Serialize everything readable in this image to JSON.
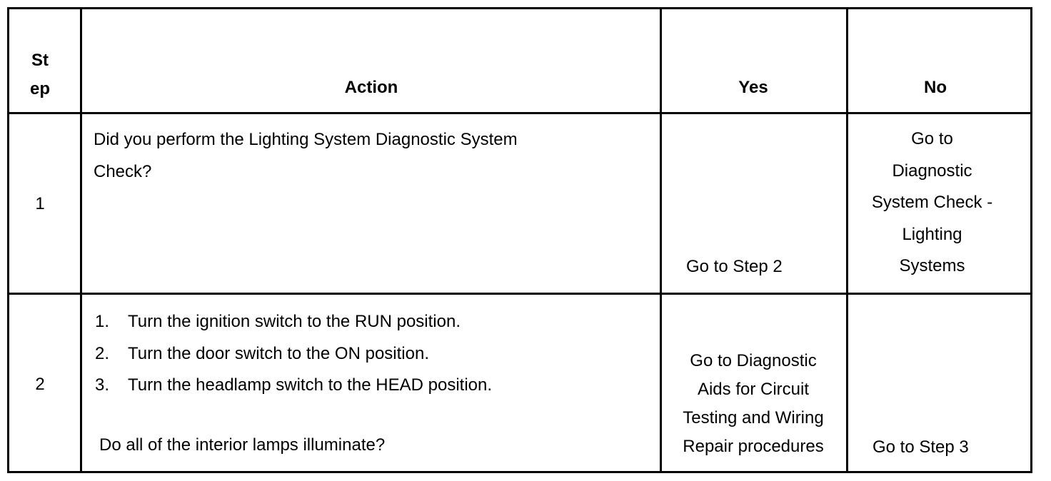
{
  "table": {
    "headers": {
      "step_line1": "St",
      "step_line2": "ep",
      "action": "Action",
      "yes": "Yes",
      "no": "No"
    },
    "rows": [
      {
        "step": "1",
        "action_line1": "Did you perform the Lighting System Diagnostic System",
        "action_line2": "Check?",
        "yes": "Go to Step 2",
        "no_lines": [
          "Go to",
          "Diagnostic",
          "System Check -",
          "Lighting",
          "Systems"
        ]
      },
      {
        "step": "2",
        "action_items": [
          {
            "num": "1.",
            "text": "Turn the ignition switch to the RUN position."
          },
          {
            "num": "2.",
            "text": "Turn the door switch to the ON position."
          },
          {
            "num": "3.",
            "text": "Turn the headlamp switch to the HEAD position."
          }
        ],
        "action_question": "Do all of the interior lamps illuminate?",
        "yes_lines": [
          "Go to Diagnostic",
          "Aids for Circuit",
          "Testing and Wiring",
          "Repair procedures"
        ],
        "no": "Go to Step 3"
      }
    ]
  }
}
